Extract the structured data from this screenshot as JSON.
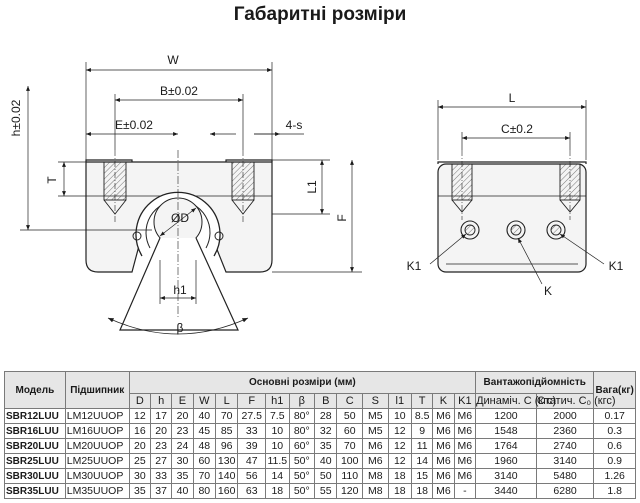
{
  "title": "Габаритні розміри",
  "drawing": {
    "labels": {
      "W": "W",
      "B": "B±0.02",
      "E": "E±0.02",
      "h": "h±0.02",
      "s": "4-s",
      "T": "T",
      "L1": "L1",
      "F": "F",
      "D": "ØD",
      "h1": "h1",
      "beta": "β",
      "L": "L",
      "C": "C±0.2",
      "K1_left": "K1",
      "K1_right": "K1",
      "K": "K"
    }
  },
  "table": {
    "headers": {
      "model": "Модель",
      "bearing": "Підшипник",
      "main": "Основні розміри   (мм)",
      "load": "Вантажопідйомність",
      "weight": "Вага(кг)",
      "dynamic": "Динаміч. C (кгс)",
      "static": "Статич. C₀ (кгс)"
    },
    "dims": [
      "D",
      "h",
      "E",
      "W",
      "L",
      "F",
      "h1",
      "β",
      "B",
      "C",
      "S",
      "l1",
      "T",
      "K",
      "K1"
    ],
    "rows": [
      {
        "model": "SBR12LUU",
        "bearing": "LM12UUOP",
        "values": [
          "12",
          "17",
          "20",
          "40",
          "70",
          "27.5",
          "7.5",
          "80°",
          "28",
          "50",
          "M5",
          "10",
          "8.5",
          "M6",
          "M6"
        ],
        "dynamic": "1200",
        "static": "2000",
        "weight": "0.17"
      },
      {
        "model": "SBR16LUU",
        "bearing": "LM16UUOP",
        "values": [
          "16",
          "20",
          "23",
          "45",
          "85",
          "33",
          "10",
          "80°",
          "32",
          "60",
          "M5",
          "12",
          "9",
          "M6",
          "M6"
        ],
        "dynamic": "1548",
        "static": "2360",
        "weight": "0.3"
      },
      {
        "model": "SBR20LUU",
        "bearing": "LM20UUOP",
        "values": [
          "20",
          "23",
          "24",
          "48",
          "96",
          "39",
          "10",
          "60°",
          "35",
          "70",
          "M6",
          "12",
          "11",
          "M6",
          "M6"
        ],
        "dynamic": "1764",
        "static": "2740",
        "weight": "0.6"
      },
      {
        "model": "SBR25LUU",
        "bearing": "LM25UUOP",
        "values": [
          "25",
          "27",
          "30",
          "60",
          "130",
          "47",
          "11.5",
          "50°",
          "40",
          "100",
          "M6",
          "12",
          "14",
          "M6",
          "M6"
        ],
        "dynamic": "1960",
        "static": "3140",
        "weight": "0.9"
      },
      {
        "model": "SBR30LUU",
        "bearing": "LM30UUOP",
        "values": [
          "30",
          "33",
          "35",
          "70",
          "140",
          "56",
          "14",
          "50°",
          "50",
          "110",
          "M8",
          "18",
          "15",
          "M6",
          "M6"
        ],
        "dynamic": "3140",
        "static": "5480",
        "weight": "1.26"
      },
      {
        "model": "SBR35LUU",
        "bearing": "LM35UUOP",
        "values": [
          "35",
          "37",
          "40",
          "80",
          "160",
          "63",
          "18",
          "50°",
          "55",
          "120",
          "M8",
          "18",
          "18",
          "M6",
          "-"
        ],
        "dynamic": "3440",
        "static": "6280",
        "weight": "1.8"
      }
    ]
  }
}
